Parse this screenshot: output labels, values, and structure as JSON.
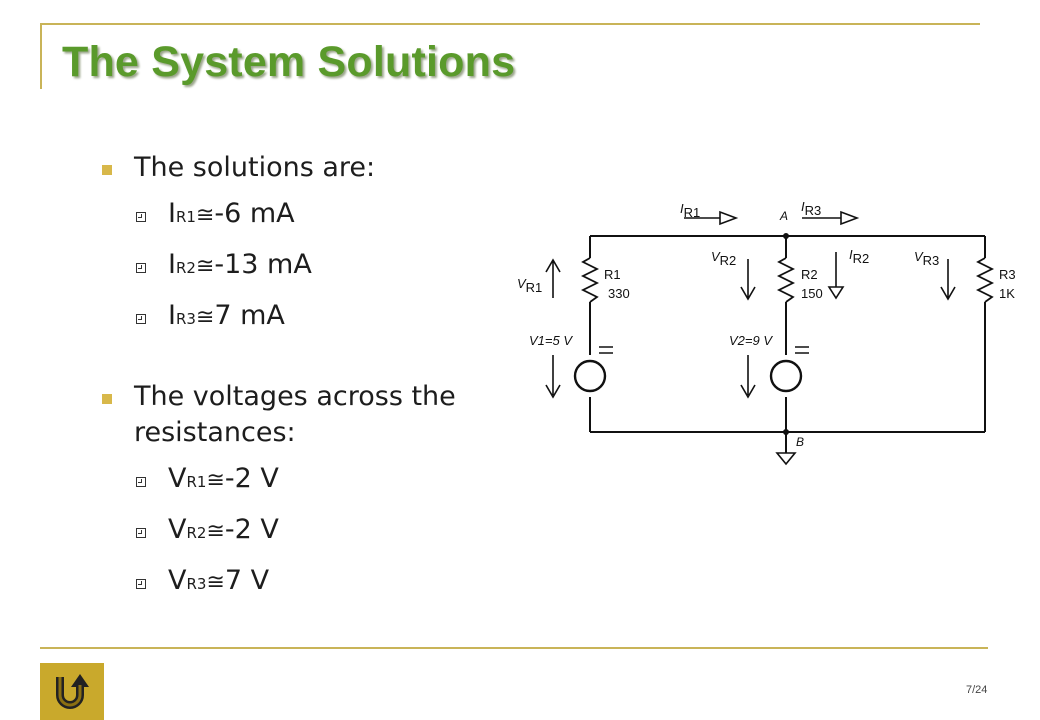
{
  "slide": {
    "title": "The System Solutions",
    "section1": "The solutions are:",
    "currents": [
      {
        "sym": "I",
        "sub": "R1",
        "approx": "≅",
        "val": "-6 mA"
      },
      {
        "sym": "I",
        "sub": "R2",
        "approx": "≅",
        "val": "-13 mA"
      },
      {
        "sym": "I",
        "sub": "R3",
        "approx": "≅",
        "val": "7 mA"
      }
    ],
    "section2_line1": "The voltages across the",
    "section2_line2": "resistances:",
    "voltages": [
      {
        "sym": "V",
        "sub": "R1",
        "approx": "≅",
        "val": "-2 V"
      },
      {
        "sym": "V",
        "sub": "R2",
        "approx": "≅",
        "val": "-2 V"
      },
      {
        "sym": "V",
        "sub": "R3",
        "approx": "≅",
        "val": "7 V"
      }
    ],
    "page_current": "7",
    "page_total": "/24"
  },
  "circuit": {
    "labels": {
      "ir1_i": "I",
      "ir1_sub": "R1",
      "ir3_i": "I",
      "ir3_sub": "R3",
      "node_a": "A",
      "node_b": "B",
      "vr1_v": "V",
      "vr1_sub": "R1",
      "vr2_v": "V",
      "vr2_sub": "R2",
      "ir2_i": "I",
      "ir2_sub": "R2",
      "vr3_v": "V",
      "vr3_sub": "R3",
      "r1_name": "R1",
      "r1_val": "330",
      "r2_name": "R2",
      "r2_val": "150",
      "r3_name": "R3",
      "r3_val": "1K",
      "v1": "V1=5 V",
      "v2": "V2=9 V"
    }
  },
  "colors": {
    "title": "#5a9a2b",
    "accent_line": "#c9b458",
    "bullet": "#d8b84a",
    "home_button": "#c9a92c"
  },
  "icons": {
    "home": "return-arrow-icon"
  }
}
